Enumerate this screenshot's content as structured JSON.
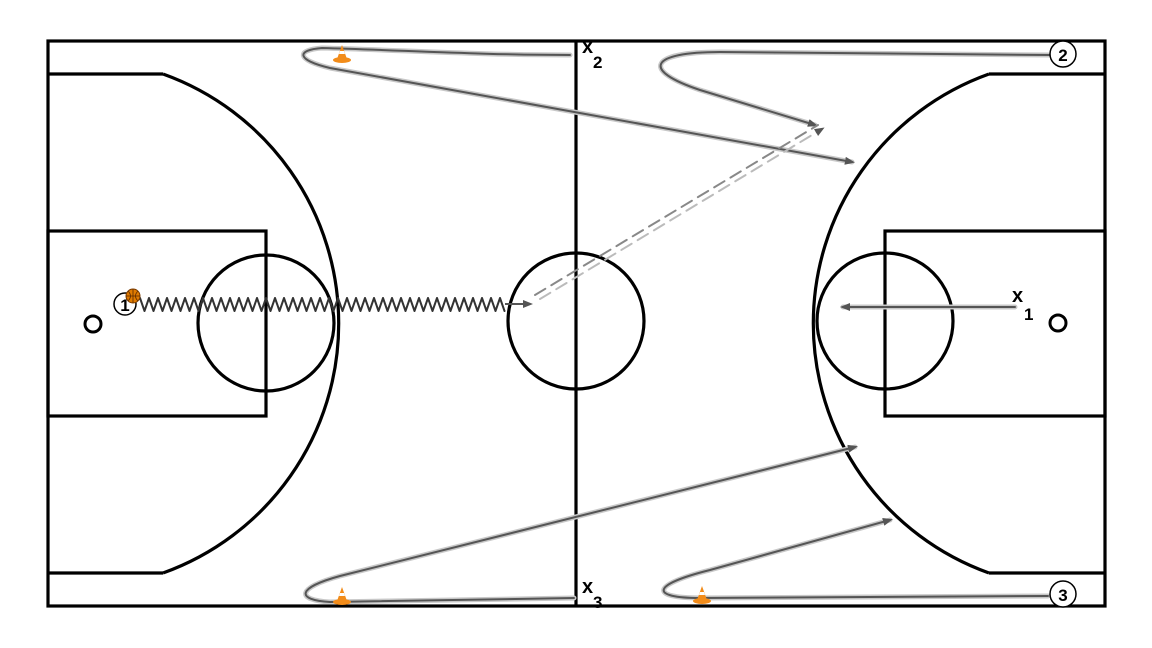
{
  "colors": {
    "court_line": "#000000",
    "path_dark": "#555555",
    "path_light": "#c8c8c8",
    "cone": "#f28c1a",
    "ball": "#e07b00"
  },
  "players": {
    "offense": [
      "1",
      "2",
      "3"
    ],
    "defense": [
      {
        "mark": "x",
        "number": "1"
      },
      {
        "mark": "x",
        "number": "2"
      },
      {
        "mark": "x",
        "number": "3"
      }
    ]
  },
  "icons": [
    "cone-icon",
    "basketball-icon"
  ]
}
